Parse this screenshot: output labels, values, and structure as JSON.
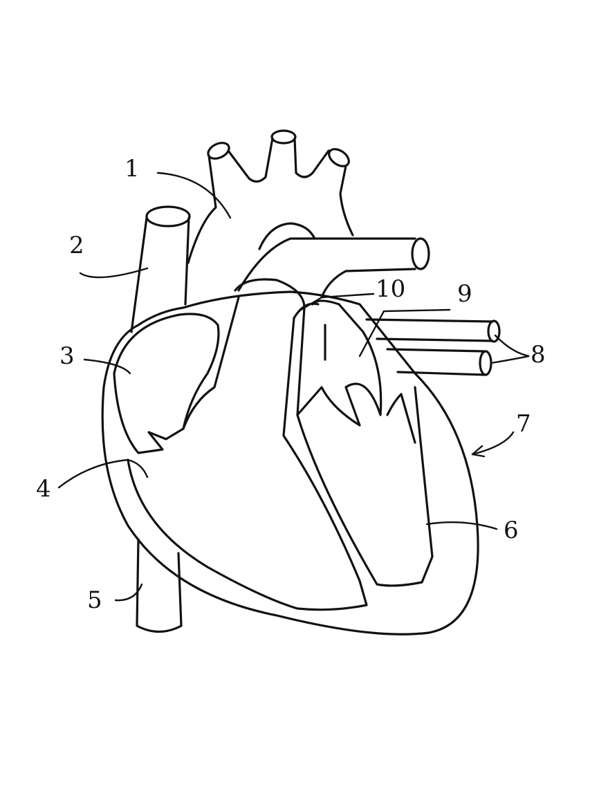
{
  "diagram": {
    "subject": "heart",
    "labels": [
      "1",
      "2",
      "3",
      "4",
      "5",
      "6",
      "7",
      "8",
      "9",
      "10"
    ]
  },
  "colors": {
    "line": "#111111",
    "background": "#ffffff"
  }
}
